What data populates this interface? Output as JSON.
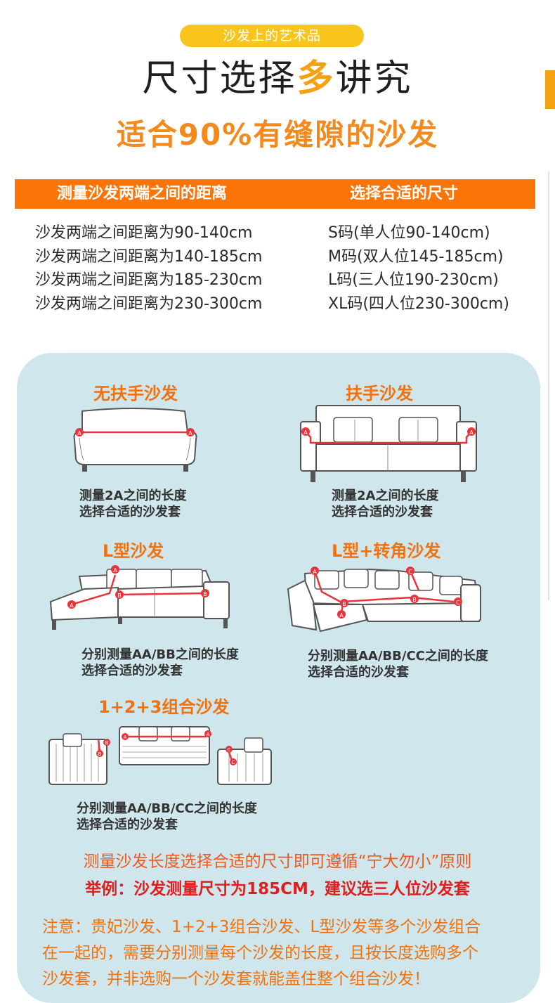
{
  "header": {
    "pill": "沙发上的艺术品",
    "headline_a": "尺寸选择",
    "headline_b": "多",
    "headline_c": "讲究",
    "subline": "适合90%有缝隙的沙发"
  },
  "table": {
    "col_measure": "测量沙发两端之间的距离",
    "col_size": "选择合适的尺寸",
    "rows": [
      {
        "measure": "沙发两端之间距离为90-140cm",
        "size": "S码(单人位90-140cm)"
      },
      {
        "measure": "沙发两端之间距离为140-185cm",
        "size": "M码(双人位145-185cm)"
      },
      {
        "measure": "沙发两端之间距离为185-230cm",
        "size": "L码(三人位190-230cm)"
      },
      {
        "measure": "沙发两端之间距离为230-300cm",
        "size": "XL码(四人位230-300cm)"
      }
    ]
  },
  "types": {
    "armless": {
      "title": "无扶手沙发",
      "cap1": "测量2A之间的长度",
      "cap2": "选择合适的沙发套"
    },
    "armrest": {
      "title": "扶手沙发",
      "cap1": "测量2A之间的长度",
      "cap2": "选择合适的沙发套"
    },
    "lshape": {
      "title": "L型沙发",
      "cap1": "分别测量AA/BB之间的长度",
      "cap2": "选择合适的沙发套"
    },
    "lcorner": {
      "title": "L型+转角沙发",
      "cap1": "分别测量AA/BB/CC之间的长度",
      "cap2": "选择合适的沙发套"
    },
    "combo": {
      "title": "1+2+3组合沙发",
      "cap1": "分别测量AA/BB/CC之间的长度",
      "cap2": "选择合适的沙发套"
    }
  },
  "markers": {
    "a": "A",
    "b": "B",
    "c": "C"
  },
  "footer": {
    "rule": "测量沙发长度选择合适的尺寸即可遵循“宁大勿小”原则",
    "example": "举例：沙发测量尺寸为185CM，建议选三人位沙发套",
    "note1": "注意：贵妃沙发、1+2+3组合沙发、L型沙发等多个沙发组合",
    "note2": "在一起的，需要分别测量每个沙发的长度，且按长度选购多个",
    "note3": "沙发套，并非选购一个沙发套就能盖住整个组合沙发！"
  },
  "colors": {
    "orange": "#fb7407",
    "yellow": "#f9c51d",
    "panel": "#cfe6ec",
    "marker": "#e8343a"
  }
}
